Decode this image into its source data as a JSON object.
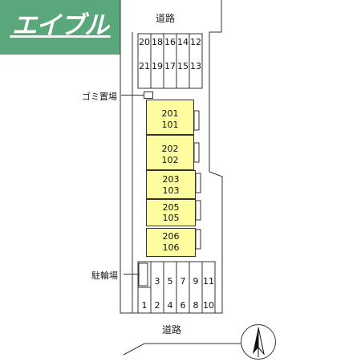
{
  "logo": {
    "text": "エイブル",
    "background_color": "#5aa77b"
  },
  "roads": {
    "top": "道路",
    "bottom": "道路"
  },
  "labels": {
    "garbage": "ゴミ置場",
    "bicycle": "駐輪場"
  },
  "units": [
    {
      "upper": "201",
      "lower": "101"
    },
    {
      "upper": "202",
      "lower": "102"
    },
    {
      "upper": "203",
      "lower": "103"
    },
    {
      "upper": "205",
      "lower": "105"
    },
    {
      "upper": "206",
      "lower": "106"
    }
  ],
  "parking_top": {
    "upper": [
      "20",
      "18",
      "16",
      "14",
      "12"
    ],
    "lower": [
      "21",
      "19",
      "17",
      "15",
      "13"
    ]
  },
  "parking_bottom": {
    "upper": [
      "3",
      "5",
      "7",
      "9",
      "11"
    ],
    "lower": [
      "1",
      "2",
      "4",
      "6",
      "8",
      "10"
    ]
  },
  "colors": {
    "building": "#fdfc9e",
    "lines": "#333333"
  }
}
